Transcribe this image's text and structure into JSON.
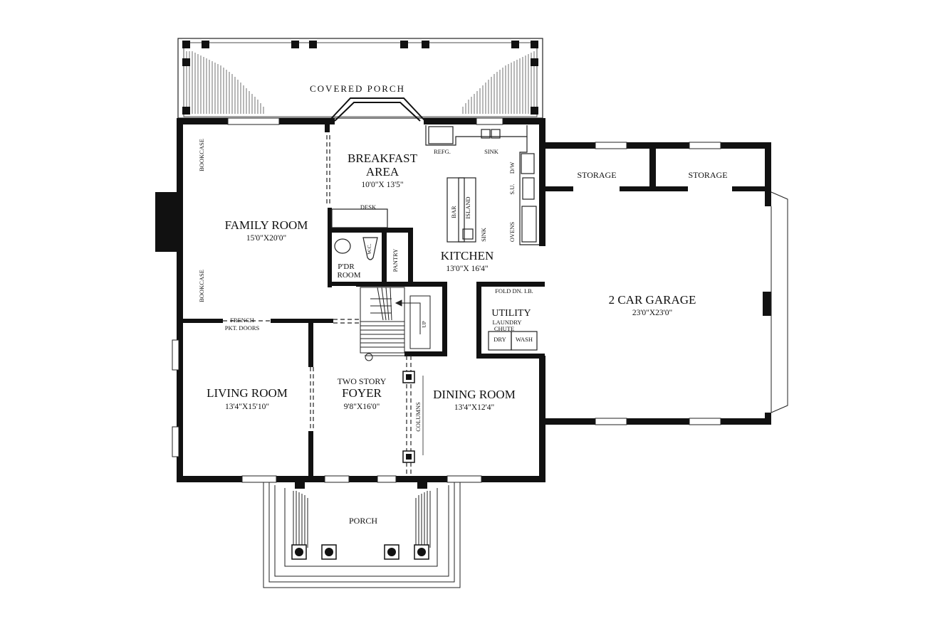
{
  "rooms": {
    "covered_porch": "COVERED PORCH",
    "breakfast_line1": "BREAKFAST",
    "breakfast_line2": "AREA",
    "breakfast_dim": "10'0\"X 13'5\"",
    "family_room": "FAMILY ROOM",
    "family_dim": "15'0\"X20'0\"",
    "kitchen": "KITCHEN",
    "kitchen_dim": "13'0\"X 16'4\"",
    "storage_left": "STORAGE",
    "storage_right": "STORAGE",
    "garage": "2 CAR GARAGE",
    "garage_dim": "23'0\"X23'0\"",
    "living_room": "LIVING ROOM",
    "living_dim": "13'4\"X15'10\"",
    "foyer_line1": "TWO STORY",
    "foyer_line2": "FOYER",
    "foyer_dim": "9'8\"X16'0\"",
    "dining_room": "DINING ROOM",
    "dining_dim": "13'4\"X12'4\"",
    "utility": "UTILITY",
    "pdr_line1": "P'DR",
    "pdr_line2": "ROOM",
    "porch": "PORCH"
  },
  "fixtures": {
    "refg": "REFG.",
    "sink": "SINK",
    "dw": "D/W",
    "su": "S.U.",
    "ovens": "OVENS",
    "bar": "BAR",
    "island": "ISLAND",
    "island_sink": "SINK",
    "desk": "DESK",
    "wc": "W.C.",
    "pantry": "PANTRY",
    "bookcase_top": "BOOKCASE",
    "bookcase_bottom": "BOOKCASE",
    "french_line1": "FRENCH",
    "french_line2": "PKT. DOORS",
    "fold": "FOLD DN. I.B.",
    "laundry_line1": "LAUNDRY",
    "laundry_line2": "CHUTE",
    "dry": "DRY",
    "wash": "WASH",
    "up": "UP",
    "columns": "COLUMNS"
  },
  "colors": {
    "wall": "#111111",
    "line": "#222222",
    "background": "#ffffff"
  }
}
